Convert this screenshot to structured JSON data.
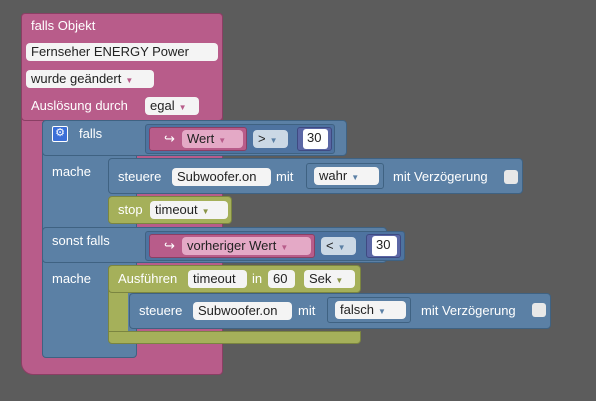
{
  "event": {
    "header": "falls Objekt",
    "object_name": "Fernseher ENERGY  Power",
    "trigger": "wurde geändert",
    "trigger_by_label": "Auslösung durch",
    "trigger_by_value": "egal"
  },
  "if_block": {
    "if_label": "falls",
    "do_label": "mache",
    "else_if_label": "sonst falls",
    "do2_label": "mache",
    "condition1": {
      "var": "Wert",
      "op": ">",
      "value": "30"
    },
    "condition2": {
      "var": "vorheriger Wert",
      "op": "<",
      "value": "30"
    }
  },
  "control1": {
    "label": "steuere",
    "target": "Subwoofer.on",
    "with_label": "mit",
    "value": "wahr",
    "delay_label": "mit Verzögerung"
  },
  "stop": {
    "label": "stop",
    "target": "timeout"
  },
  "execute": {
    "label": "Ausführen",
    "timer": "timeout",
    "in_label": "in",
    "amount": "60",
    "unit": "Sek"
  },
  "control2": {
    "label": "steuere",
    "target": "Subwoofer.on",
    "with_label": "mit",
    "value": "falsch",
    "delay_label": "mit Verzögerung"
  },
  "icons": {
    "gear": "gear-icon",
    "arrow": "return-arrow-icon",
    "dropdown": "dropdown-triangle-icon"
  },
  "colors": {
    "event_block": "#b85c8a",
    "logic_block": "#5b80a5",
    "timer_block": "#a5b05a",
    "workspace": "#5c5c5c"
  }
}
